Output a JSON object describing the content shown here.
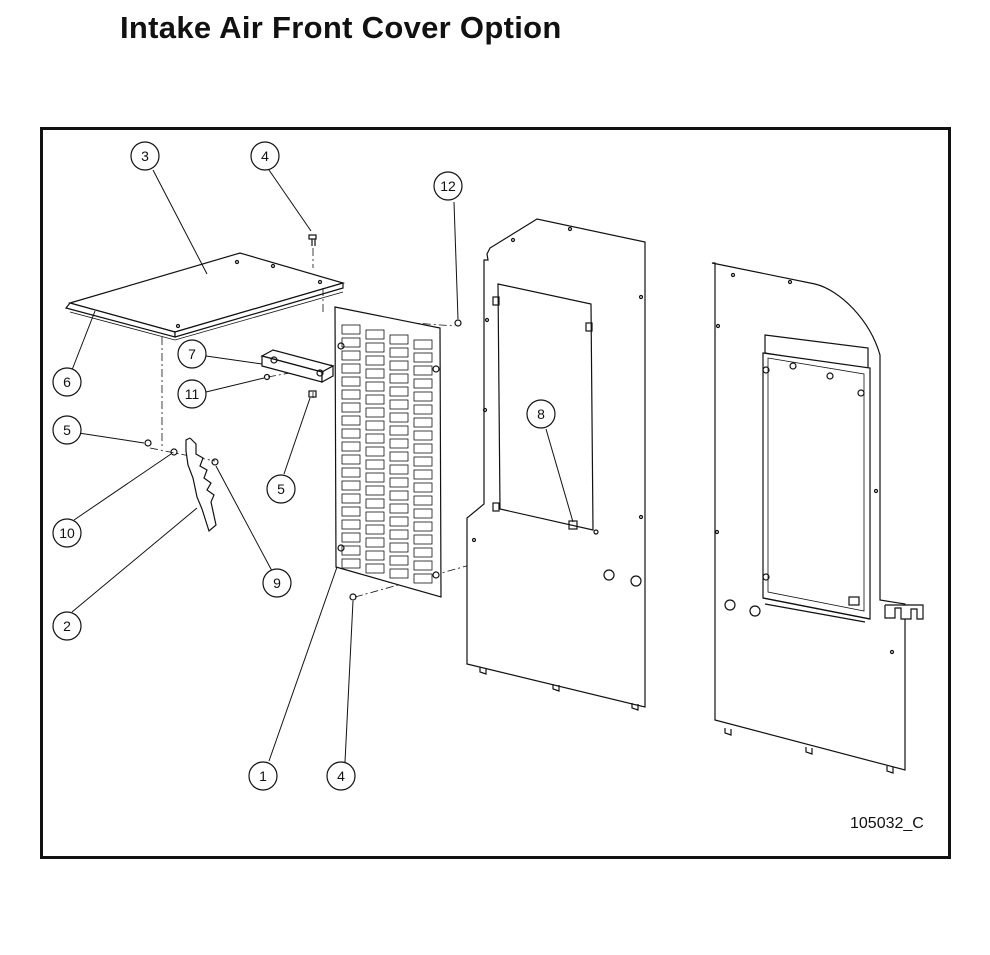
{
  "title": "Intake Air Front Cover Option",
  "drawing_number": "105032_C",
  "callouts": [
    "3",
    "4",
    "12",
    "7",
    "6",
    "11",
    "5",
    "10",
    "9",
    "5",
    "8",
    "2",
    "1",
    "4"
  ]
}
